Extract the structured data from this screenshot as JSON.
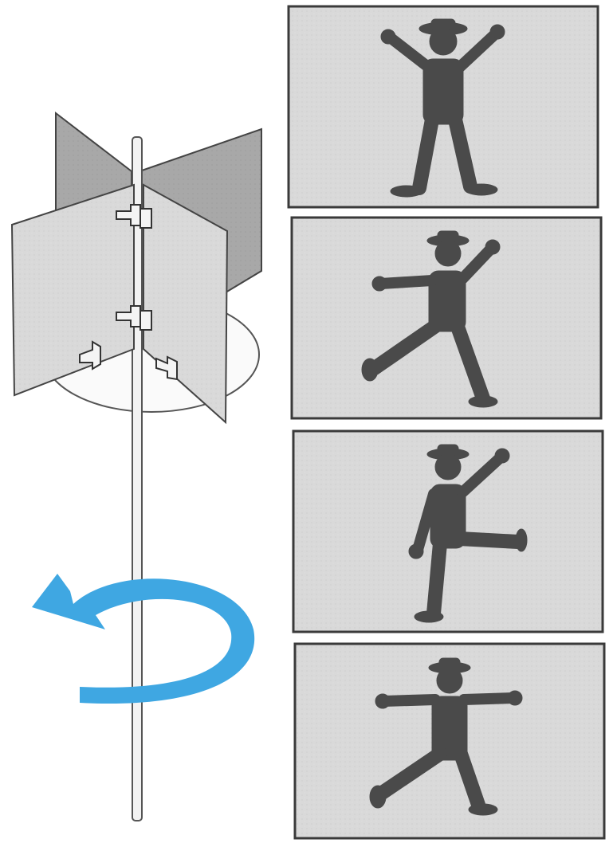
{
  "illustration": {
    "colors": {
      "paper": "#ffffff",
      "panel_fill": "#dcdcdc",
      "panel_border": "#3a3a3a",
      "figure": "#4a4a4a",
      "rotation_arrow": "#3fa7e2",
      "vane_light": "#e6e6e6",
      "vane_dark": "#9a9a9a"
    },
    "rotation_arrow": {
      "icon": "counterclockwise-arrow-icon"
    },
    "frames": [
      {
        "pose": "arms-raised"
      },
      {
        "pose": "arm-up-leg-kick-left"
      },
      {
        "pose": "arm-up-leg-kick-right"
      },
      {
        "pose": "arms-out-stride"
      }
    ]
  }
}
